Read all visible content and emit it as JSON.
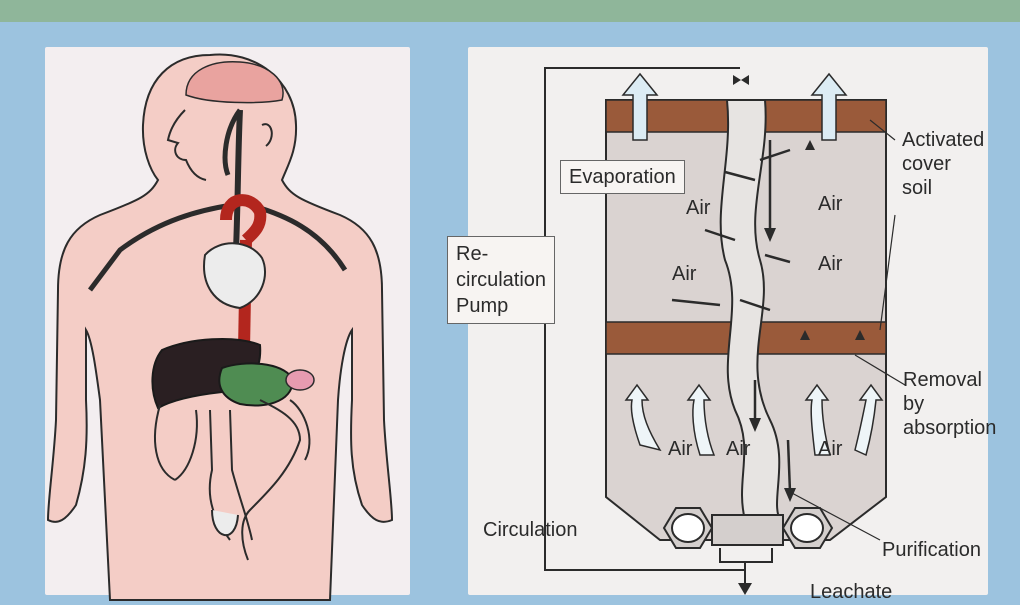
{
  "diagram": {
    "labels": {
      "evaporation": "Evaporation",
      "activated_cover_soil": [
        "Activated",
        "cover",
        "soil"
      ],
      "recirculation_pump": [
        "Re-",
        "circulation",
        "Pump"
      ],
      "removal_by_absorption": [
        "Removal",
        "by",
        "absorption"
      ],
      "circulation": "Circulation",
      "purification": "Purification",
      "leachate": "Leachate",
      "air": "Air"
    },
    "colors": {
      "background": "#9cc3df",
      "soil_layer": "#9a5a3a",
      "landfill_fill": "#d9d2d0",
      "skin": "#f4c9c2",
      "brain": "#e8a3a0",
      "blood_vessel": "#b3261e",
      "liver": "#2a1f22",
      "stomach": "#4f8c52"
    },
    "icons": [
      "human-anatomy-illustration",
      "landfill-cross-section",
      "recirculation-pipe",
      "air-arrow-icon",
      "valve-icon"
    ]
  }
}
